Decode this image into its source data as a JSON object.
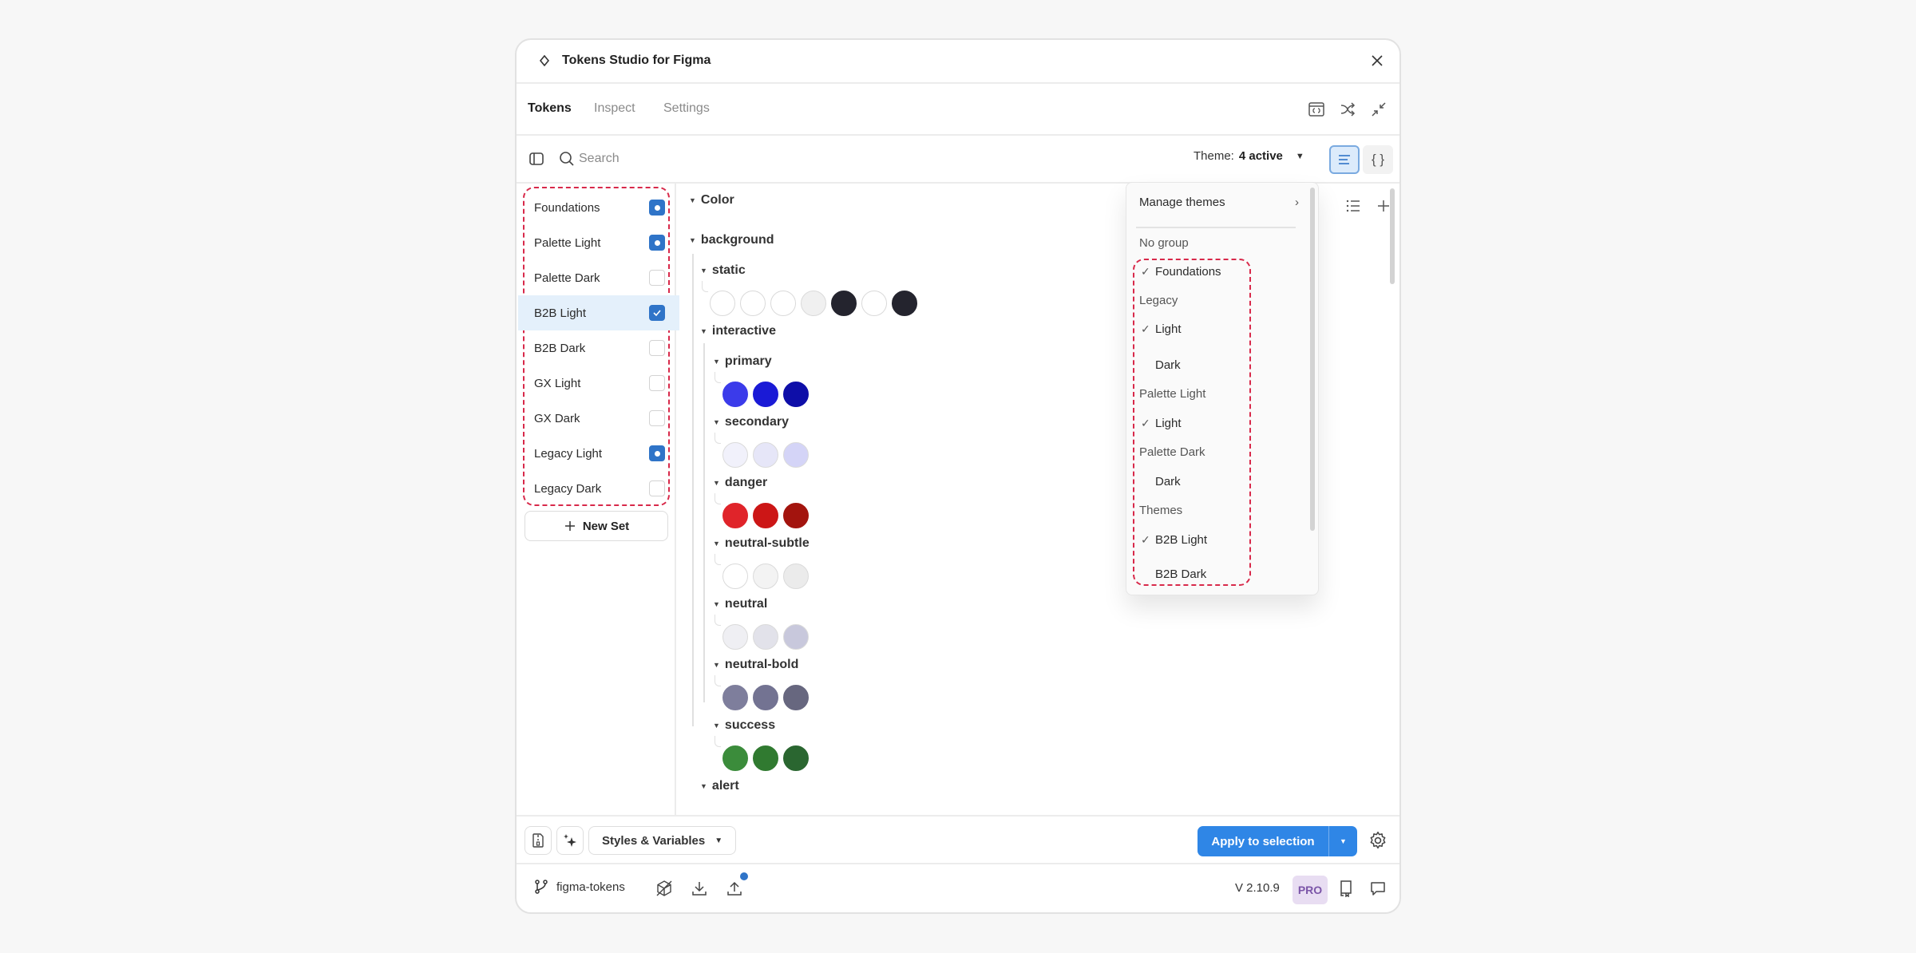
{
  "window": {
    "title": "Tokens Studio for Figma"
  },
  "tabs": [
    {
      "label": "Tokens",
      "active": true
    },
    {
      "label": "Inspect",
      "active": false
    },
    {
      "label": "Settings",
      "active": false
    }
  ],
  "header_icons": [
    "code-window-icon",
    "shuffle-icon",
    "minimize-icon"
  ],
  "toolbar": {
    "search_placeholder": "Search",
    "theme_label": "Theme:",
    "theme_value": "4 active"
  },
  "token_sets": [
    {
      "label": "Foundations",
      "state": "partial"
    },
    {
      "label": "Palette Light",
      "state": "partial"
    },
    {
      "label": "Palette Dark",
      "state": "off"
    },
    {
      "label": "B2B Light",
      "state": "checked",
      "selected": true
    },
    {
      "label": "B2B Dark",
      "state": "off"
    },
    {
      "label": "GX Light",
      "state": "off"
    },
    {
      "label": "GX Dark",
      "state": "off"
    },
    {
      "label": "Legacy Light",
      "state": "partial"
    },
    {
      "label": "Legacy Dark",
      "state": "off"
    }
  ],
  "new_set_label": "New Set",
  "tree": {
    "root": "Color",
    "group": "background",
    "static": {
      "label": "static",
      "colors": [
        "#ffffff",
        "#ffffff",
        "#ffffff",
        "#f0f0f0",
        "#24242e",
        "#ffffff",
        "#24242e"
      ]
    },
    "interactive": {
      "label": "interactive",
      "children": [
        {
          "label": "primary",
          "colors": [
            "#3b3bea",
            "#1a1ad6",
            "#0e0ea8"
          ]
        },
        {
          "label": "secondary",
          "colors": [
            "#f1f1fb",
            "#e6e6f8",
            "#d4d4f7"
          ]
        },
        {
          "label": "danger",
          "colors": [
            "#e0242a",
            "#cc1616",
            "#a3140e"
          ]
        },
        {
          "label": "neutral-subtle",
          "colors": [
            "#ffffff",
            "#f3f3f3",
            "#ebebeb"
          ]
        },
        {
          "label": "neutral",
          "colors": [
            "#efeff3",
            "#e2e2ea",
            "#c8c8dc"
          ]
        },
        {
          "label": "neutral-bold",
          "colors": [
            "#7e7e9c",
            "#737392",
            "#67677f"
          ]
        },
        {
          "label": "success",
          "colors": [
            "#3b8c3b",
            "#307a30",
            "#2a6630"
          ]
        }
      ]
    },
    "next_group": "alert"
  },
  "theme_dropdown": {
    "manage_label": "Manage themes",
    "groups": [
      {
        "label": "No group",
        "items": [
          {
            "label": "Foundations",
            "checked": true
          }
        ]
      },
      {
        "label": "Legacy",
        "items": [
          {
            "label": "Light",
            "checked": true
          },
          {
            "label": "Dark",
            "checked": false
          }
        ]
      },
      {
        "label": "Palette Light",
        "items": [
          {
            "label": "Light",
            "checked": true
          }
        ]
      },
      {
        "label": "Palette Dark",
        "items": [
          {
            "label": "Dark",
            "checked": false
          }
        ]
      },
      {
        "label": "Themes",
        "items": [
          {
            "label": "B2B Light",
            "checked": true
          },
          {
            "label": "B2B Dark",
            "checked": false
          }
        ]
      }
    ],
    "check_glyph": "✓"
  },
  "footer": {
    "styles_label": "Styles & Variables",
    "apply_label": "Apply to selection"
  },
  "bottom": {
    "branch": "figma-tokens",
    "version": "V 2.10.9",
    "plan": "PRO"
  },
  "colors": {
    "accent": "#2f86e6",
    "checkbox": "#2f74c8",
    "selected_row": "#e4f0fb",
    "annotation_dash": "#d8294a",
    "pro_bg": "#e8ddf2",
    "pro_text": "#7b55a8"
  }
}
